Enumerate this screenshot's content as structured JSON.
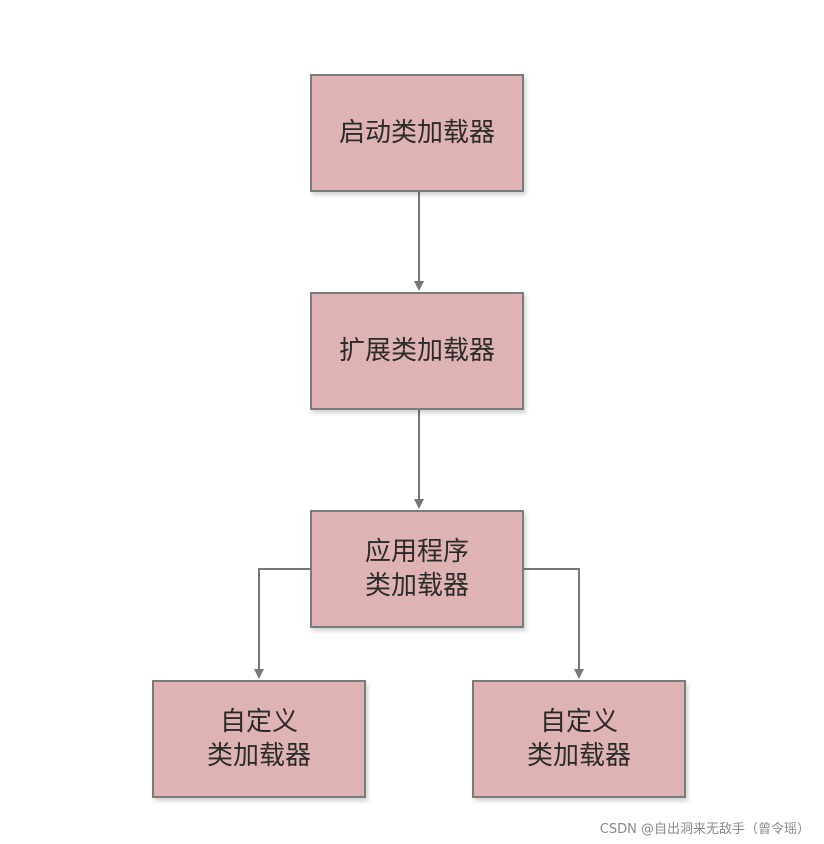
{
  "diagram": {
    "nodes": {
      "boot": {
        "lines": [
          "启动类加载器"
        ]
      },
      "extension": {
        "lines": [
          "扩展类加载器"
        ]
      },
      "application": {
        "lines": [
          "应用程序",
          "类加载器"
        ]
      },
      "custom_left": {
        "lines": [
          "自定义",
          "类加载器"
        ]
      },
      "custom_right": {
        "lines": [
          "自定义",
          "类加载器"
        ]
      }
    },
    "edges": [
      {
        "from": "boot",
        "to": "extension"
      },
      {
        "from": "extension",
        "to": "application"
      },
      {
        "from": "application",
        "to": "custom_left"
      },
      {
        "from": "application",
        "to": "custom_right"
      }
    ]
  },
  "watermark": "CSDN @自出洞来无敌手（曾令瑶）",
  "colors": {
    "node_fill": "#dfb3b3",
    "node_border": "#7b7b7b",
    "connector": "#777777"
  }
}
